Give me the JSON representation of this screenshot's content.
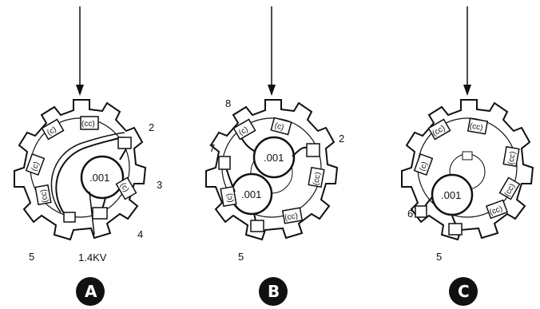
{
  "panels": [
    {
      "id": "A",
      "badge": "A",
      "capacitor_value": ".001",
      "voltage_label": "1.4KV",
      "pin_labels": [
        "2",
        "3",
        "4",
        "5"
      ],
      "pad_marks": [
        "(c)",
        "(cc)",
        "(c)",
        "(c)",
        "(cc)"
      ]
    },
    {
      "id": "B",
      "badge": "B",
      "capacitor_values": [
        ".001",
        ".001"
      ],
      "pin_labels": [
        "8",
        "7",
        "2",
        "5"
      ],
      "pad_marks": [
        "(c)",
        "(c)",
        "(cc)",
        "(cc)",
        "(c)"
      ]
    },
    {
      "id": "C",
      "badge": "C",
      "capacitor_value": ".001",
      "pin_labels": [
        "6",
        "5"
      ],
      "pad_marks": [
        "(cc)",
        "(cc)",
        "(c)",
        "(cc)",
        "(cc)",
        "(cc)"
      ]
    }
  ]
}
